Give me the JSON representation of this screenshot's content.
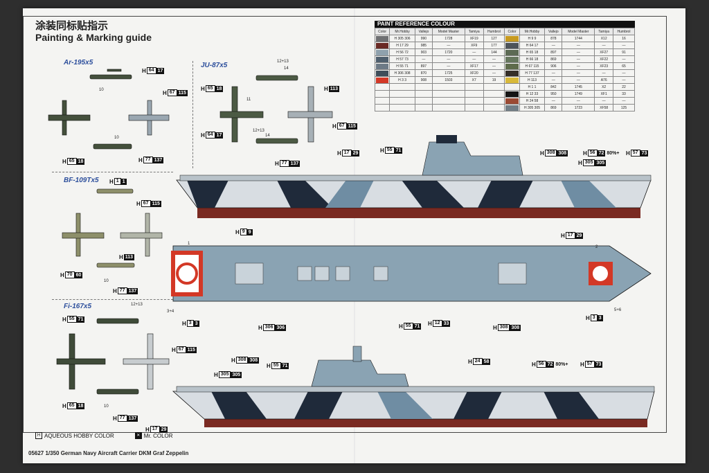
{
  "title_cn": "涂装同标贴指示",
  "title_en": "Painting & Marking guide",
  "sections": {
    "ar195": "Ar-195x5",
    "ju87": "JU-87x5",
    "bf109": "BF-109Tx5",
    "fi167": "Fi-167x5"
  },
  "paint_table": {
    "title": "PAINT REFERENCE COLOUR",
    "headers": [
      "Color",
      "Mr.Hobby",
      "Vallejo",
      "Model Master",
      "Tamiya",
      "Humbrol",
      "Color",
      "Mr.Hobby",
      "Vallejo",
      "Model Master",
      "Tamiya",
      "Humbrol"
    ],
    "rows": [
      {
        "c1": "#6f7072",
        "mh1": "H 305 306",
        "v1": "990",
        "mm1": "1728",
        "t1": "XF19",
        "hu1": "127",
        "c2": "#c79a1f",
        "mh2": "H 9 9",
        "v2": "878",
        "mm2": "1744",
        "t2": "X12",
        "hu2": "16"
      },
      {
        "c1": "#6a2a24",
        "mh1": "H 17 29",
        "v1": "985",
        "mm1": "—",
        "t1": "XF9",
        "hu1": "177",
        "c2": "#4d5359",
        "mh2": "H 64 17",
        "v2": "—",
        "mm2": "—",
        "t2": "—",
        "hu2": "—"
      },
      {
        "c1": "#8fa1ad",
        "mh1": "H 56 72",
        "v1": "903",
        "mm1": "1720",
        "t1": "—",
        "hu1": "144",
        "c2": "#5c6a54",
        "mh2": "H 65 18",
        "v2": "897",
        "mm2": "—",
        "t2": "XF27",
        "hu2": "91"
      },
      {
        "c1": "#4f5f6e",
        "mh1": "H 57 73",
        "v1": "—",
        "mm1": "—",
        "t1": "—",
        "hu1": "—",
        "c2": "#66775e",
        "mh2": "H 66 18",
        "v2": "869",
        "mm2": "—",
        "t2": "XF22",
        "hu2": "—"
      },
      {
        "c1": "#6d7a86",
        "mh1": "H 55 71",
        "v1": "897",
        "mm1": "—",
        "t1": "XF17",
        "hu1": "—",
        "c2": "#5e6b4b",
        "mh2": "H 67 115",
        "v2": "906",
        "mm2": "—",
        "t2": "XF23",
        "hu2": "65"
      },
      {
        "c1": "#3e4e5a",
        "mh1": "H 306 308",
        "v1": "870",
        "mm1": "1725",
        "t1": "XF20",
        "hu1": "—",
        "c2": "#352f28",
        "mh2": "H 77 137",
        "v2": "—",
        "mm2": "—",
        "t2": "—",
        "hu2": "—"
      },
      {
        "c1": "#d33826",
        "mh1": "H 3 3",
        "v1": "908",
        "mm1": "1503",
        "t1": "X7",
        "hu1": "19",
        "c2": "#d8b93a",
        "mh2": "H 113",
        "v2": "—",
        "mm2": "—",
        "t2": "A76",
        "hu2": "—"
      },
      {
        "c1": "",
        "mh1": "",
        "v1": "",
        "mm1": "",
        "t1": "",
        "hu1": "",
        "c2": "#f2f2f2",
        "mh2": "H 1 1",
        "v2": "842",
        "mm2": "1745",
        "t2": "X2",
        "hu2": "22"
      },
      {
        "c1": "",
        "mh1": "",
        "v1": "",
        "mm1": "",
        "t1": "",
        "hu1": "",
        "c2": "#151515",
        "mh2": "H 12 33",
        "v2": "950",
        "mm2": "1749",
        "t2": "XF1",
        "hu2": "33"
      },
      {
        "c1": "",
        "mh1": "",
        "v1": "",
        "mm1": "",
        "t1": "",
        "hu1": "",
        "c2": "#9b4a33",
        "mh2": "H 24 58",
        "v2": "—",
        "mm2": "—",
        "t2": "—",
        "hu2": "—"
      },
      {
        "c1": "",
        "mh1": "",
        "v1": "",
        "mm1": "",
        "t1": "",
        "hu1": "",
        "c2": "#717e86",
        "mh2": "H 305 305",
        "v2": "869",
        "mm2": "1723",
        "t2": "XF58",
        "hu2": "125"
      }
    ]
  },
  "codes": {
    "ar_top": {
      "a": "64",
      "b": "17"
    },
    "ar_right": {
      "a": "67",
      "b": "115"
    },
    "ar_bl": {
      "a": "65",
      "b": "18"
    },
    "ar_br": {
      "a": "77",
      "b": "137"
    },
    "ju_left": {
      "a": "65",
      "b": "18"
    },
    "ju_right": {
      "a": "",
      "b": "113"
    },
    "ju_r2": {
      "a": "67",
      "b": "115"
    },
    "ju_bl": {
      "a": "64",
      "b": "17"
    },
    "ju_br": {
      "a": "77",
      "b": "137"
    },
    "bf_top": {
      "a": "1",
      "b": "1"
    },
    "bf_r": {
      "a": "67",
      "b": "115"
    },
    "bf_mid": {
      "a": "",
      "b": "113"
    },
    "bf_l": {
      "a": "70",
      "b": "60"
    },
    "bf_b": {
      "a": "77",
      "b": "137"
    },
    "fi_top": {
      "a": "55",
      "b": "71"
    },
    "fi_r": {
      "a": "67",
      "b": "115"
    },
    "fi_l": {
      "a": "65",
      "b": "18"
    },
    "fi_b": {
      "a": "77",
      "b": "137"
    },
    "s1_a": {
      "a": "17",
      "b": "29"
    },
    "s1_b": {
      "a": "55",
      "b": "71"
    },
    "s1_c": {
      "a": "308",
      "b": "308"
    },
    "s1_d": {
      "a": "56",
      "b": "72"
    },
    "s1_e": {
      "a": "57",
      "b": "73"
    },
    "s1_f": {
      "a": "305",
      "b": "305"
    },
    "s1_g": {
      "a": "9",
      "b": "9"
    },
    "s1_h": {
      "a": "17",
      "b": "29"
    },
    "d_a": {
      "a": "3",
      "b": "3"
    },
    "d_b": {
      "a": "306",
      "b": "306"
    },
    "d_c": {
      "a": "55",
      "b": "71"
    },
    "d_d": {
      "a": "12",
      "b": "33"
    },
    "d_e": {
      "a": "308",
      "b": "308"
    },
    "d_f": {
      "a": "3",
      "b": "3"
    },
    "s2_a": {
      "a": "308",
      "b": "308"
    },
    "s2_b": {
      "a": "305",
      "b": "305"
    },
    "s2_c": {
      "a": "55",
      "b": "71"
    },
    "s2_d": {
      "a": "24",
      "b": "58"
    },
    "s2_e": {
      "a": "56",
      "b": "72"
    },
    "s2_f": {
      "a": "57",
      "b": "73"
    },
    "s2_g": {
      "a": "17",
      "b": "29"
    }
  },
  "labels": {
    "pct1": "80%+",
    "pct2": "80%+",
    "n10": "10",
    "n11": "11",
    "n14": "14",
    "n1213": "12+13",
    "n1": "1",
    "n2": "2",
    "n34": "3+4",
    "n56": "5+6",
    "h": "H"
  },
  "legend": {
    "aqueous": "AQUEOUS HOBBY COLOR",
    "mr": "Mr. COLOR"
  },
  "footer": "05627  1/350  German Navy Aircraft Carrier DKM Graf Zeppelin",
  "colors": {
    "hull_red": "#7a2a22",
    "deck_grey": "#8aa3b3",
    "camo_dark": "#1f2a3a",
    "camo_light": "#d8dde2",
    "camo_mid": "#6f8da3"
  }
}
